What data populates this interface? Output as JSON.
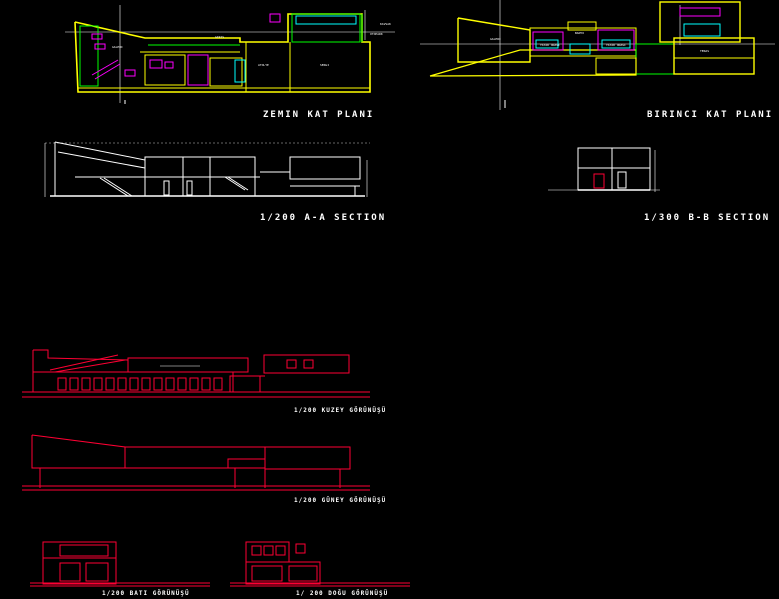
{
  "colors": {
    "background": "#000000",
    "wall": "#ffff00",
    "accent_green": "#00ff00",
    "accent_cyan": "#00ffff",
    "accent_magenta": "#ff00ff",
    "elevation": "#ff0033",
    "section": "#ffffff",
    "axis": "#ffffff"
  },
  "titles": {
    "ground_floor": "ZEMIN KAT PLANI",
    "first_floor": "BIRINCI KAT PLANI",
    "section_aa": "1/200 A-A SECTION",
    "section_bb": "1/300 B-B SECTION",
    "north_elev": "1/200 KUZEY GÖRÜNÜŞÜ",
    "south_elev": "1/200 GÜNEY GÖRÜNÜŞÜ",
    "west_elev": "1/200 BATI GÖRÜNÜŞÜ",
    "east_elev": "1/ 200 DOĞU GÖRÜNÜŞÜ"
  }
}
